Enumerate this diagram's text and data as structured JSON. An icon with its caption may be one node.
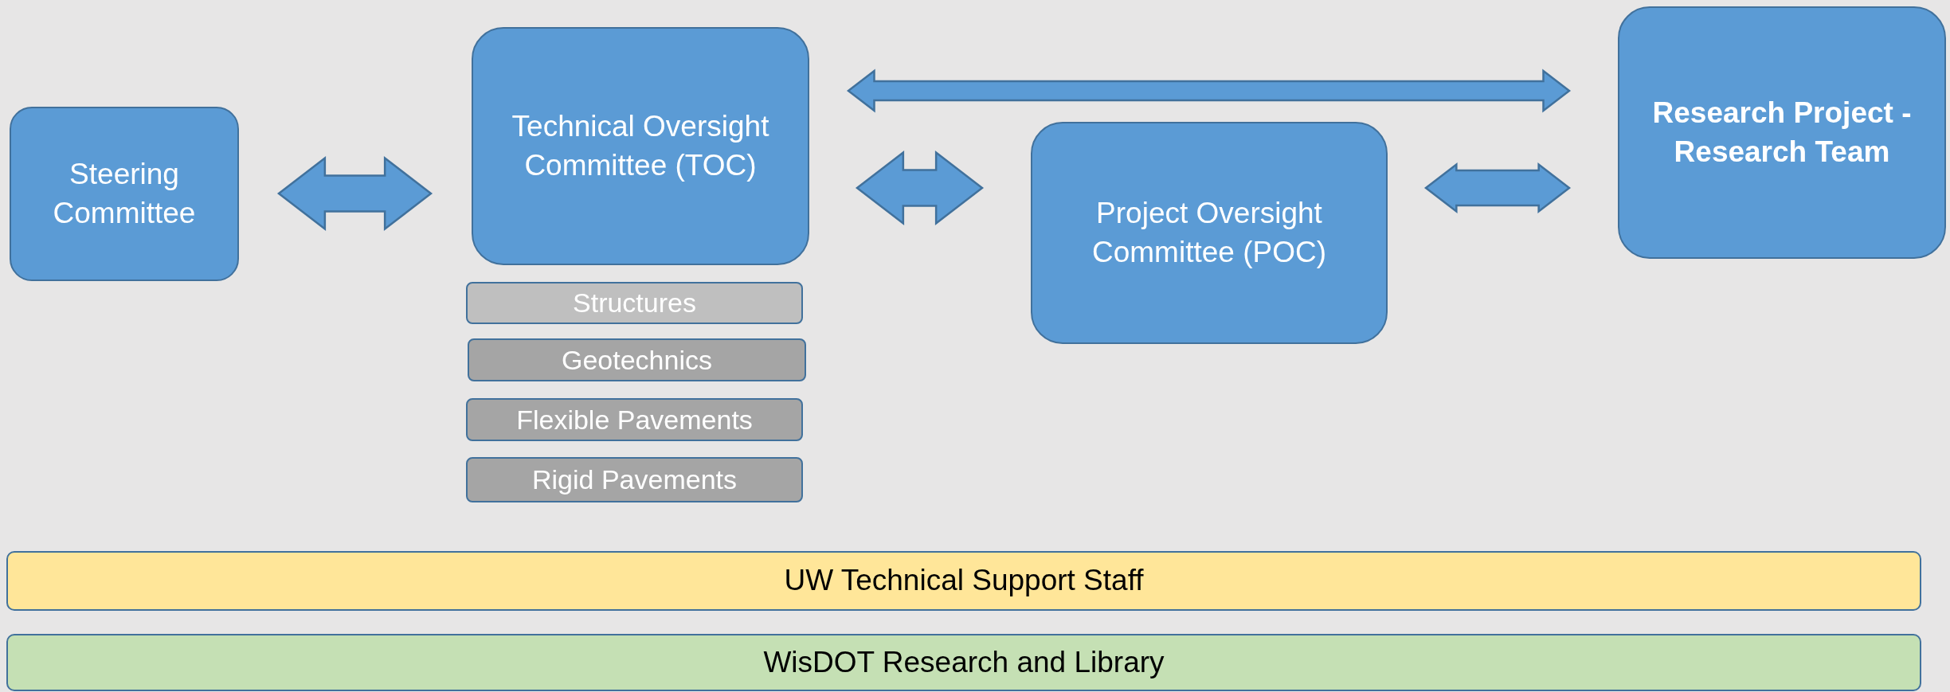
{
  "diagram": {
    "nodes": [
      {
        "text": [
          "Steering Committee"
        ]
      },
      {
        "text": [
          "Technical Oversight Committee (TOC)"
        ]
      },
      {
        "text": [
          "Structures"
        ]
      },
      {
        "text": [
          "Geotechnics"
        ]
      },
      {
        "text": [
          "Flexible Pavements"
        ]
      },
      {
        "text": [
          "Rigid Pavements"
        ]
      },
      {
        "text": [
          "Project Oversight Committee (POC)"
        ]
      },
      {
        "text": [
          "Research Project - Research Team"
        ]
      },
      {
        "text": [
          "UW Technical Support Staff"
        ]
      },
      {
        "text": [
          "WisDOT Research and Library"
        ]
      }
    ],
    "edges": [
      {
        "from": 0,
        "to": 1,
        "arrow": "both"
      },
      {
        "from": 1,
        "to": 6,
        "arrow": "both"
      },
      {
        "from": 6,
        "to": 7,
        "arrow": "both"
      },
      {
        "from": 1,
        "to": 7,
        "arrow": "both"
      }
    ]
  }
}
